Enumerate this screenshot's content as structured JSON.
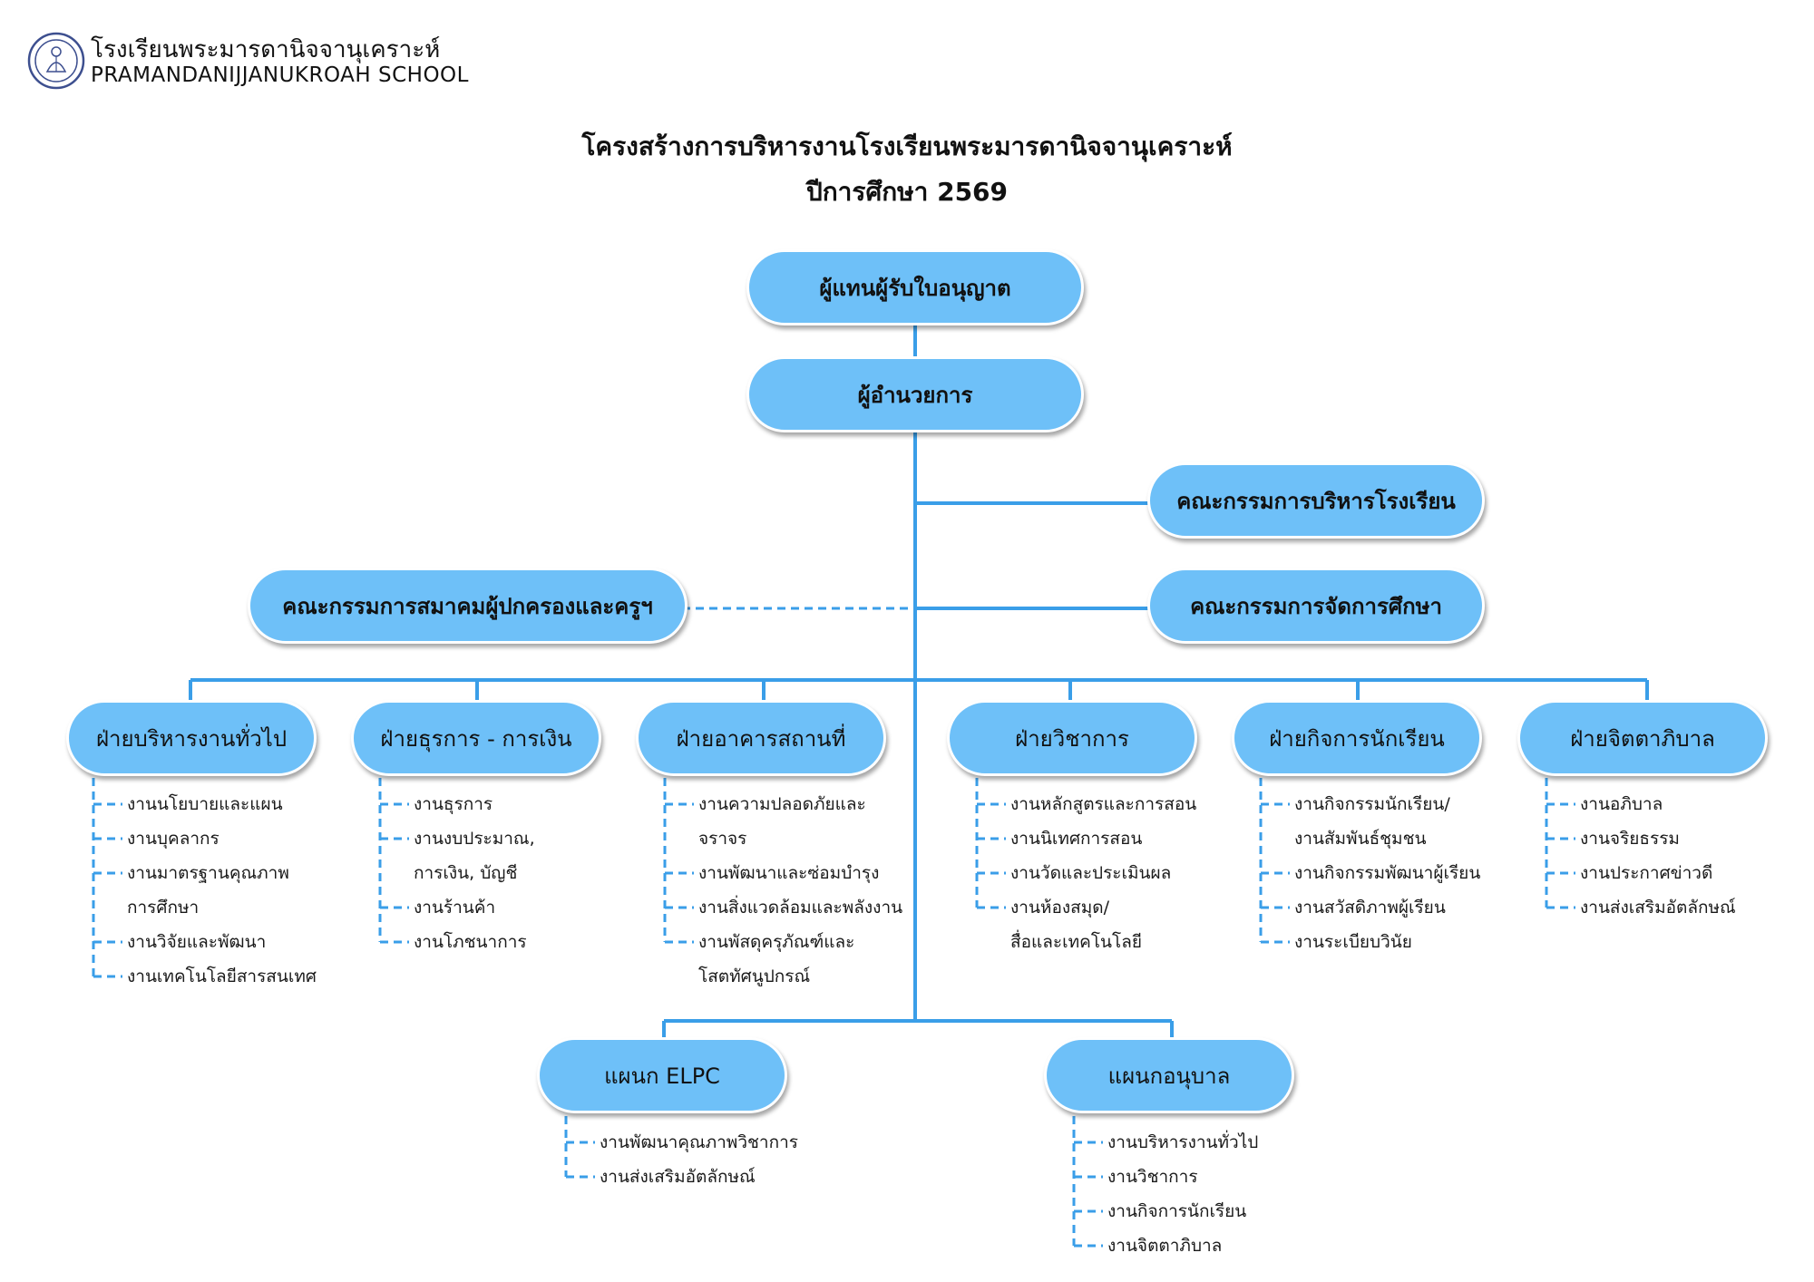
{
  "school": {
    "name_th": "โรงเรียนพระมารดานิจจานุเคราะห์",
    "name_en": "PRAMANDANIJJANUKROAH SCHOOL"
  },
  "title": {
    "line1": "โครงสร้างการบริหารงานโรงเรียนพระมารดานิจจานุเคราะห์",
    "line2": "ปีการศึกษา 2569"
  },
  "top": {
    "licensee": "ผู้แทนผู้รับใบอนุญาต",
    "director": "ผู้อำนวยการ"
  },
  "committees": {
    "school_admin": "คณะกรรมการบริหารโรงเรียน",
    "parents": "คณะกรรมการสมาคมผู้ปกครองและครูฯ",
    "education": "คณะกรรมการจัดการศึกษา"
  },
  "departments": [
    {
      "name": "ฝ่ายบริหารงานทั่วไป",
      "tasks": [
        [
          "งานนโยบายและแผน"
        ],
        [
          "งานบุคลากร"
        ],
        [
          "งานมาตรฐานคุณภาพ",
          "การศึกษา"
        ],
        [
          "งานวิจัยและพัฒนา"
        ],
        [
          "งานเทคโนโลยีสารสนเทศ"
        ]
      ]
    },
    {
      "name": "ฝ่ายธุรการ - การเงิน",
      "tasks": [
        [
          "งานธุรการ"
        ],
        [
          "งานงบประมาณ,",
          "การเงิน, บัญชี"
        ],
        [
          "งานร้านค้า"
        ],
        [
          "งานโภชนาการ"
        ]
      ]
    },
    {
      "name": "ฝ่ายอาคารสถานที่",
      "tasks": [
        [
          "งานความปลอดภัยและ",
          "จราจร"
        ],
        [
          "งานพัฒนาและซ่อมบำรุง"
        ],
        [
          "งานสิ่งแวดล้อมและพลังงาน"
        ],
        [
          "งานพัสดุครุภัณฑ์และ",
          "โสตทัศนูปกรณ์"
        ]
      ]
    },
    {
      "name": "ฝ่ายวิชาการ",
      "tasks": [
        [
          "งานหลักสูตรและการสอน"
        ],
        [
          "งานนิเทศการสอน"
        ],
        [
          "งานวัดและประเมินผล"
        ],
        [
          "งานห้องสมุด/",
          "สื่อและเทคโนโลยี"
        ]
      ]
    },
    {
      "name": "ฝ่ายกิจการนักเรียน",
      "tasks": [
        [
          "งานกิจกรรมนักเรียน/",
          "งานสัมพันธ์ชุมชน"
        ],
        [
          "งานกิจกรรมพัฒนาผู้เรียน"
        ],
        [
          "งานสวัสดิภาพผู้เรียน"
        ],
        [
          "งานระเบียบวินัย"
        ]
      ]
    },
    {
      "name": "ฝ่ายจิตตาภิบาล",
      "tasks": [
        [
          "งานอภิบาล"
        ],
        [
          "งานจริยธรรม"
        ],
        [
          "งานประกาศข่าวดี"
        ],
        [
          "งานส่งเสริมอัตลักษณ์"
        ]
      ]
    }
  ],
  "sections": [
    {
      "name": "แผนก ELPC",
      "tasks": [
        [
          "งานพัฒนาคุณภาพวิชาการ"
        ],
        [
          "งานส่งเสริมอัตลักษณ์"
        ]
      ]
    },
    {
      "name": "แผนกอนุบาล",
      "tasks": [
        [
          "งานบริหารงานทั่วไป"
        ],
        [
          "งานวิชาการ"
        ],
        [
          "งานกิจการนักเรียน"
        ],
        [
          "งานจิตตาภิบาล"
        ]
      ]
    }
  ],
  "colors": {
    "box": "#6ec0f8",
    "line": "#3a9ee8"
  }
}
